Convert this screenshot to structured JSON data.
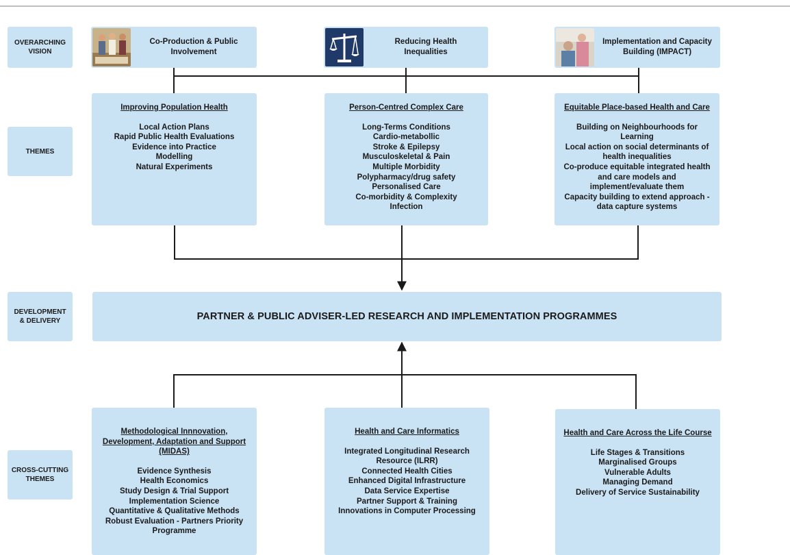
{
  "rows": {
    "vision": "OVERARCHING\nVISION",
    "themes": "THEMES",
    "development": "DEVELOPMENT\n& DELIVERY",
    "cross_cutting": "CROSS-CUTTING\nTHEMES"
  },
  "vision": [
    {
      "label": "Co-Production & Public\nInvolvement",
      "icon": "people-photo"
    },
    {
      "label": "Reducing Health\nInequalities",
      "icon": "scales-icon"
    },
    {
      "label": "Implementation and Capacity\nBuilding (IMPACT)",
      "icon": "care-photo"
    }
  ],
  "themes": [
    {
      "title": "Improving Population Health",
      "items": [
        "Local Action Plans",
        "Rapid Public Health Evaluations",
        "Evidence into Practice",
        "Modelling",
        "Natural Experiments"
      ]
    },
    {
      "title": "Person-Centred Complex Care",
      "items": [
        "Long-Terms Conditions",
        "Cardio-metabollic",
        "Stroke & Epilepsy",
        "Musculoskeletal & Pain",
        "Multiple Morbidity",
        "Polypharmacy/drug safety",
        "Personalised Care",
        "Co-morbidity & Complexity",
        "Infection"
      ]
    },
    {
      "title": "Equitable Place-based Health and Care",
      "items": [
        "Building on Neighbourhoods for\nLearning",
        "Local action on social determinants of\nhealth inequalities",
        "Co-produce equitable integrated health\nand care models and\nimplement/evaluate them",
        "Capacity building to extend approach -\ndata capture systems"
      ]
    }
  ],
  "banner": "PARTNER & PUBLIC ADVISER-LED RESEARCH AND IMPLEMENTATION PROGRAMMES",
  "cross_cutting": [
    {
      "title": "Methodological Innnovation,\nDevelopment, Adaptation and Support\n(MIDAS)",
      "items": [
        "Evidence Synthesis",
        "Health Economics",
        "Study Design & Trial Support",
        "Implementation Science",
        "Quantitative & Qualitative Methods",
        "Robust Evaluation - Partners Priority\nProgramme"
      ]
    },
    {
      "title": "Health and Care Informatics",
      "items": [
        "Integrated Longitudinal Research\nResource (ILRR)",
        "Connected Health Cities",
        "Enhanced Digital Infrastructure",
        "Data Service Expertise",
        "Partner Support & Training",
        "Innovations in Computer Processing"
      ]
    },
    {
      "title": "Health and Care Across the Life Course",
      "items": [
        "Life Stages & Transitions",
        "Marginalised Groups",
        "Vulnerable Adults",
        "Managing Demand",
        "Delivery of Service Sustainability"
      ]
    }
  ],
  "colors": {
    "box": "#c9e2f4",
    "line": "#1a1a1a",
    "text": "#1a1a1a"
  }
}
